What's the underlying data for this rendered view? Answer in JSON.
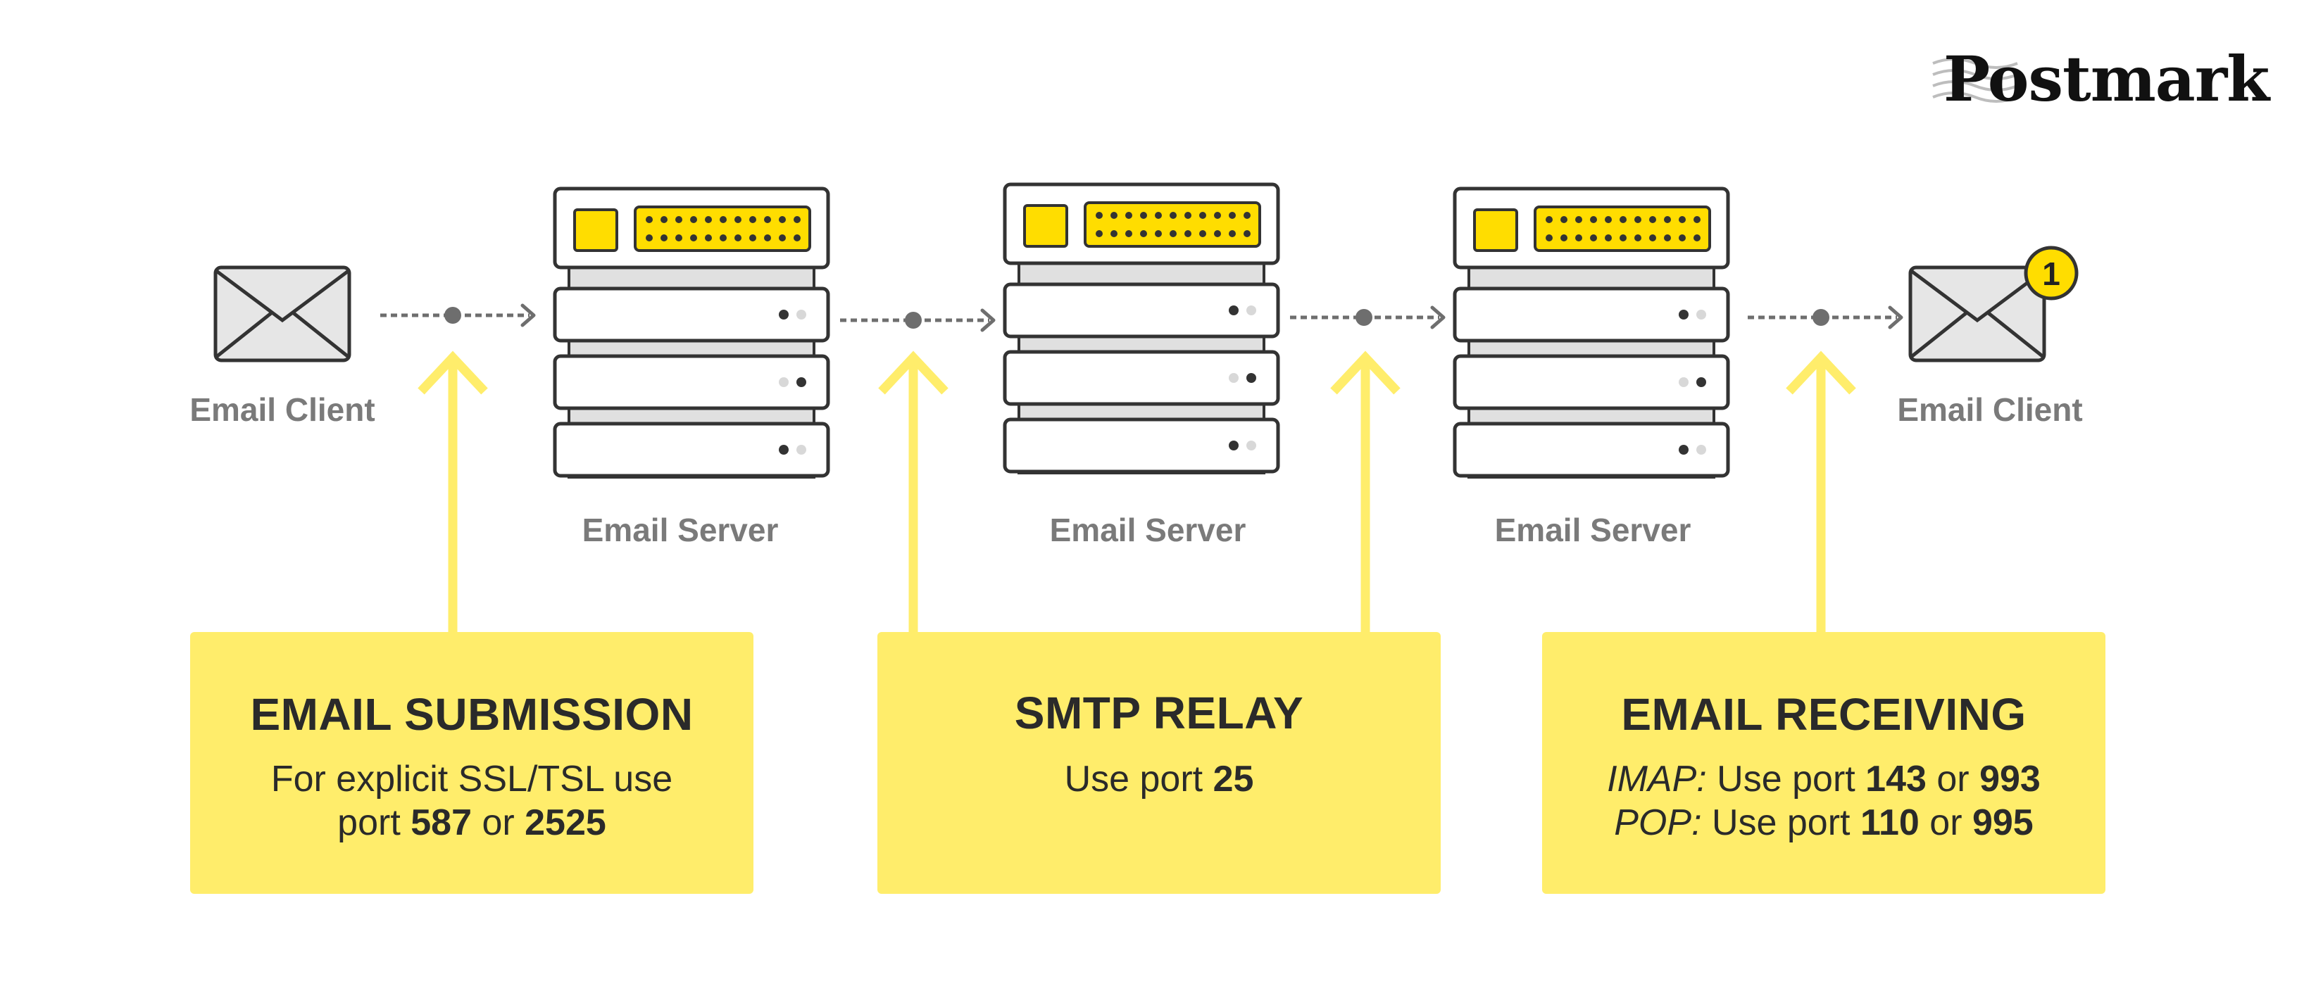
{
  "brand": {
    "name": "Postmark"
  },
  "nodes": {
    "client_left": "Email Client",
    "server_1": "Email Server",
    "server_2": "Email Server",
    "server_3": "Email Server",
    "client_right": "Email Client"
  },
  "notification_badge": "1",
  "cards": {
    "submission": {
      "title": "EMAIL SUBMISSION",
      "line1": "For explicit SSL/TSL use",
      "line2_prefix": "port ",
      "port_a": "587",
      "or": " or ",
      "port_b": "2525"
    },
    "relay": {
      "title": "SMTP RELAY",
      "prefix": "Use port ",
      "port": "25"
    },
    "receiving": {
      "title": "EMAIL RECEIVING",
      "imap_label": "IMAP:",
      "imap_text": " Use port ",
      "imap_a": "143",
      "imap_or": " or ",
      "imap_b": "993",
      "pop_label": "POP:",
      "pop_text": " Use port ",
      "pop_a": "110",
      "pop_or": " or ",
      "pop_b": "995"
    }
  },
  "colors": {
    "accent_yellow": "#ffed6b",
    "server_yellow": "#ffdd00",
    "outline": "#333333",
    "label_gray": "#7a7a7a"
  }
}
